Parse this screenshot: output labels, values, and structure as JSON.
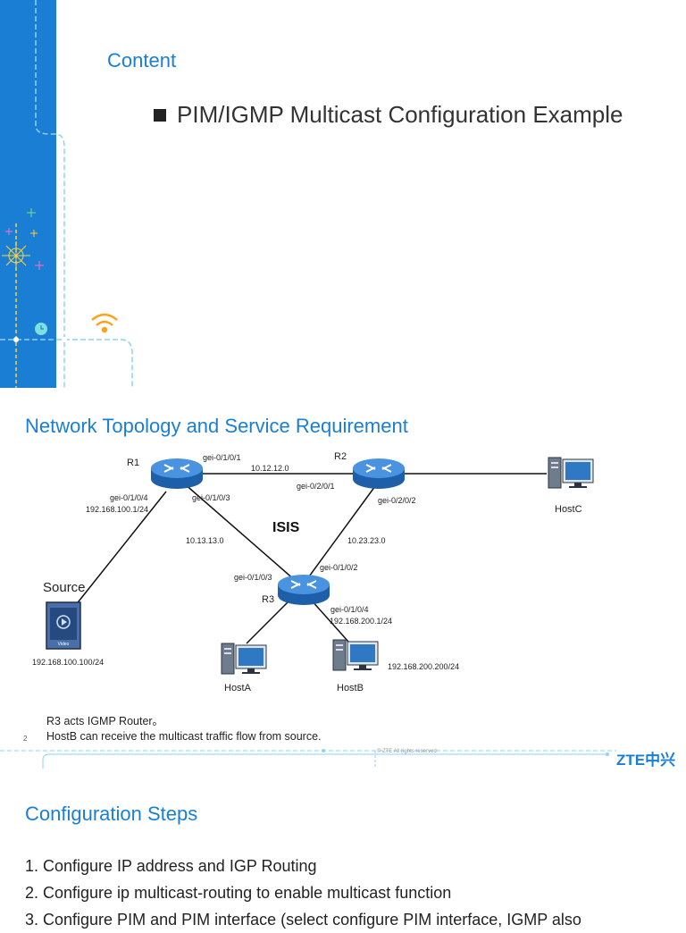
{
  "slide1": {
    "title": "Content",
    "bullet": "PIM/IGMP Multicast Configuration Example"
  },
  "slide2": {
    "title": "Network Topology and Service Requirement",
    "routers": {
      "r1": "R1",
      "r2": "R2",
      "r3": "R3"
    },
    "protocol": "ISIS",
    "source_label": "Source",
    "video_caption": "Video",
    "hosts": {
      "a": "HostA",
      "b": "HostB",
      "c": "HostC"
    },
    "interfaces": {
      "r1_gei_0101": "gei-0/1/0/1",
      "r1_gei_0104": "gei-0/1/0/4",
      "r1_gei_0103": "gei-0/1/0/3",
      "r2_gei_0201": "gei-0/2/0/1",
      "r2_gei_0202": "gei-0/2/0/2",
      "r3_gei_0103": "gei-0/1/0/3",
      "r3_gei_0102": "gei-0/1/0/2",
      "r3_gei_0104": "gei-0/1/0/4"
    },
    "addresses": {
      "r1_source_if": "192.168.100.1/24",
      "link_r1_r2": "10.12.12.0",
      "link_r1_r3": "10.13.13.0",
      "link_r2_r3": "10.23.23.0",
      "r3_hostb_if": "192.168.200.1/24",
      "source_ip": "192.168.100.100/24",
      "hostb_ip": "192.168.200.200/24"
    },
    "notes": [
      "R3 acts IGMP Router。",
      "HostB can receive the multicast traffic flow from source."
    ],
    "page_number": "2",
    "copyright": "© ZTE All rights reserved",
    "logo": "ZTE中兴",
    "colors": {
      "accent": "#1a7fd4",
      "router": "#2e78c8"
    }
  },
  "slide3": {
    "title": "Configuration Steps",
    "steps": [
      "1.  Configure IP address and IGP Routing",
      "2.  Configure ip multicast-routing to enable multicast function",
      "3.  Configure PIM and PIM interface (select configure PIM interface, IGMP also"
    ]
  }
}
